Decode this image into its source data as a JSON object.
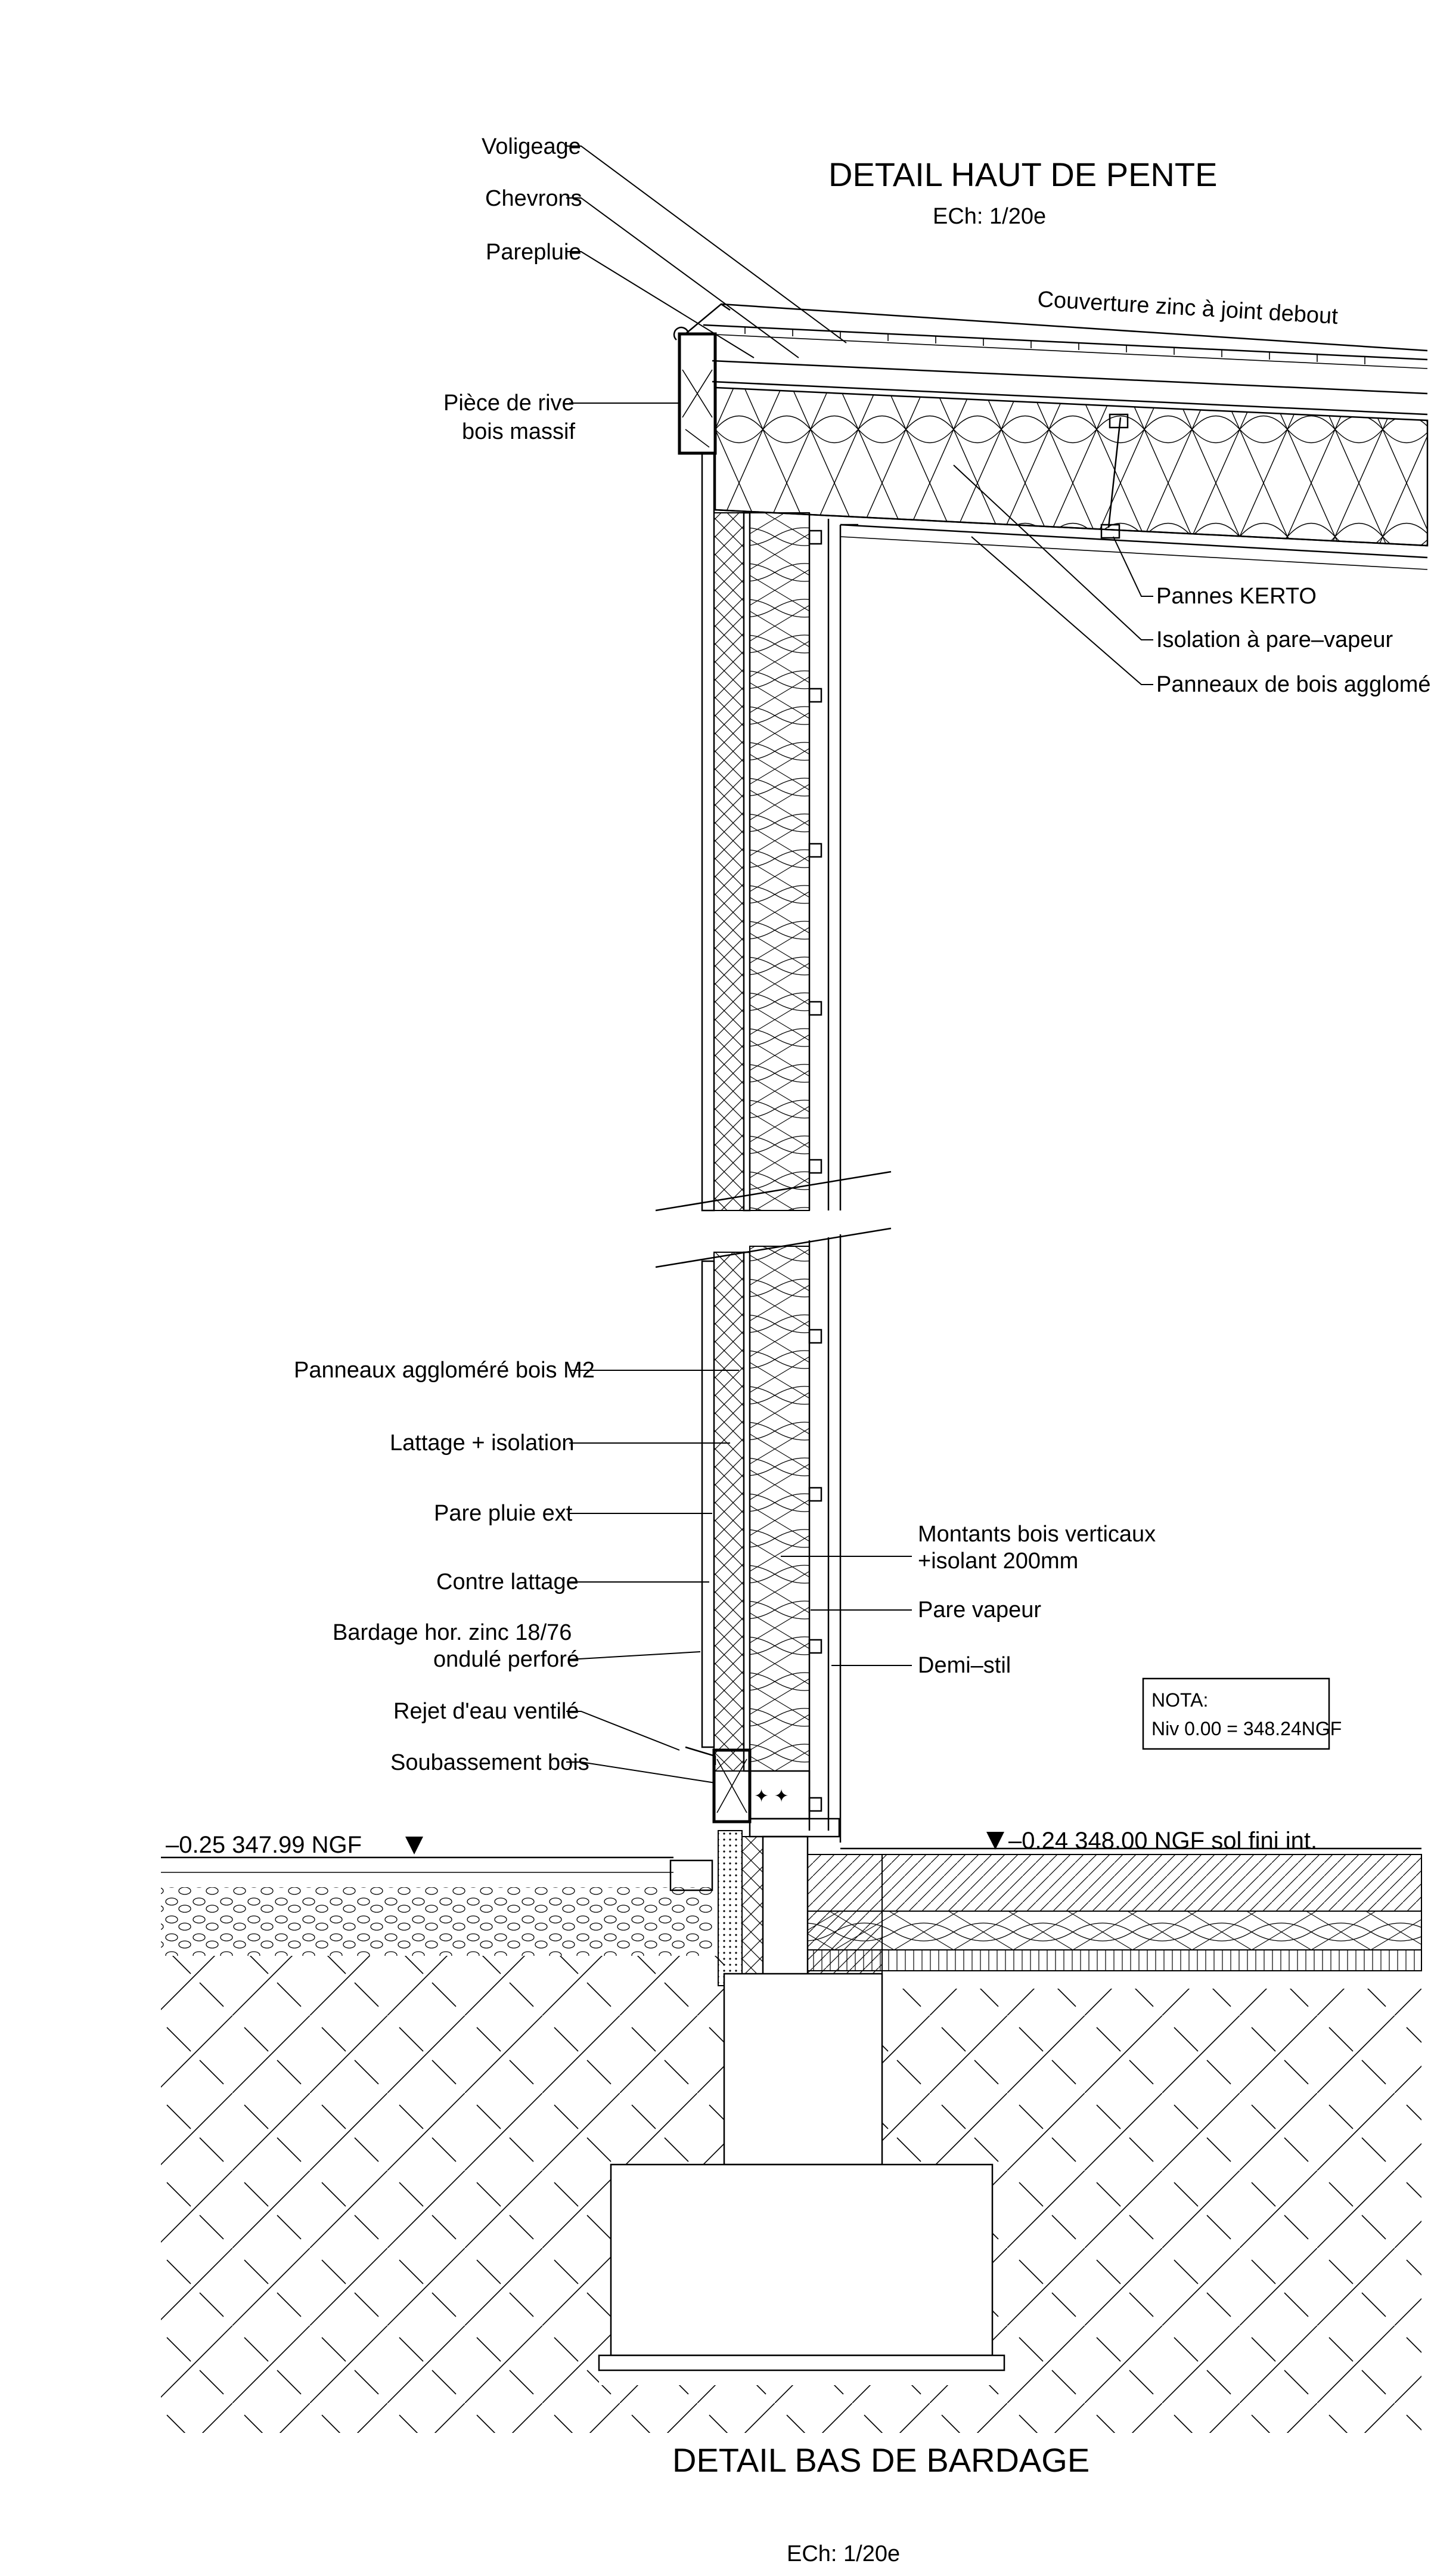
{
  "titles": {
    "top": "DETAIL  HAUT DE PENTE",
    "top_scale": "ECh:  1/20e",
    "bottom": "DETAIL  BAS DE BARDAGE",
    "bottom_scale": "ECh:  1/20e"
  },
  "roof_labels": {
    "voligeage": "Voligeage",
    "chevrons": "Chevrons",
    "parepluie": "Parepluie",
    "piece_rive_1": "Pièce de rive",
    "piece_rive_2": "bois massif",
    "couverture": "Couverture  zinc  à  joint  debout",
    "pannes": "Pannes  KERTO",
    "isolation": "Isolation  à  pare–vapeur",
    "panneaux": "Panneaux  de  bois  aggloméré"
  },
  "wall_labels": {
    "panneaux_m2": "Panneaux  aggloméré  bois  M2",
    "lattage": "Lattage  +  isolation",
    "pare_pluie": "Pare  pluie  ext",
    "contre_lattage": "Contre  lattage",
    "bardage_1": "Bardage  hor.  zinc  18/76",
    "bardage_2": "ondulé  perforé",
    "rejet": "Rejet  d'eau  ventilé",
    "soubassement": "Soubassement  bois",
    "montants_1": "Montants  bois  verticaux",
    "montants_2": "+isolant  200mm",
    "pare_vapeur": "Pare  vapeur",
    "demi_stil": "Demi–stil"
  },
  "levels": {
    "exterior": "–0.25  347.99  NGF",
    "interior": "–0.24  348.00  NGF  sol  fini  int."
  },
  "nota": {
    "title": "NOTA:",
    "text": "Niv 0.00 = 348.24NGF"
  }
}
